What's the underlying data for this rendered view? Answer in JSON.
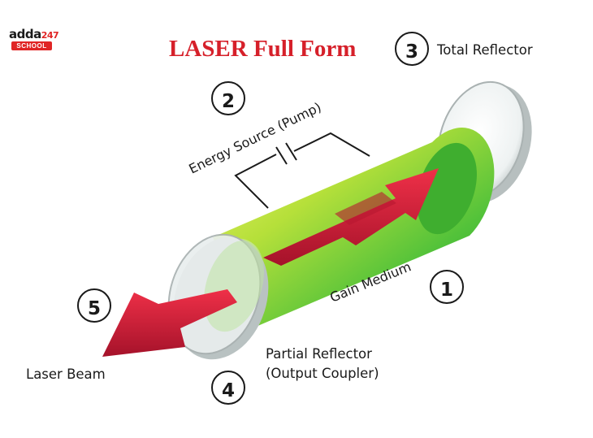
{
  "logo": {
    "word": "adda",
    "number": "247",
    "badge": "SCHOOL"
  },
  "title": "LASER Full Form",
  "labels": {
    "total_reflector": "Total Reflector",
    "energy_source": "Energy Source (Pump)",
    "gain_medium": "Gain Medium",
    "partial_reflector_line1": "Partial Reflector",
    "partial_reflector_line2": "(Output Coupler)",
    "laser_beam": "Laser Beam"
  },
  "markers": {
    "m1": "1",
    "m2": "2",
    "m3": "3",
    "m4": "4",
    "m5": "5"
  },
  "colors": {
    "title": "#d6202a",
    "arrow": "#d11f3a",
    "medium": "#7ccf3a"
  }
}
